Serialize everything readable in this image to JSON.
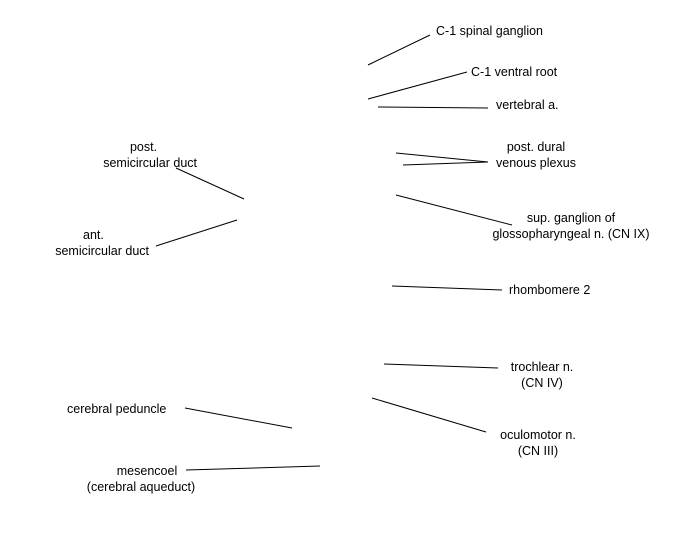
{
  "labels": {
    "c1_spinal_ganglion": "C-1 spinal ganglion",
    "c1_ventral_root": "C-1 ventral root",
    "vertebral_a": "vertebral a.",
    "post_dural_venous_plexus": [
      "post. dural",
      "venous plexus"
    ],
    "sup_ganglion_glossopharyngeal": [
      "sup. ganglion of",
      "glossopharyngeal n. (CN IX)"
    ],
    "rhombomere_2": "rhombomere 2",
    "trochlear_n": [
      "trochlear n.",
      "(CN IV)"
    ],
    "oculomotor_n": [
      "oculomotor n.",
      "(CN III)"
    ],
    "post_semicircular_duct": [
      "post.",
      "semicircular duct"
    ],
    "ant_semicircular_duct": [
      "ant.",
      "semicircular duct"
    ],
    "cerebral_peduncle": "cerebral peduncle",
    "mesencoel": [
      "mesencoel",
      "(cerebral aqueduct)"
    ]
  },
  "colors": {
    "background": "#ffffff",
    "text": "#000000",
    "leader_line": "#000000"
  }
}
